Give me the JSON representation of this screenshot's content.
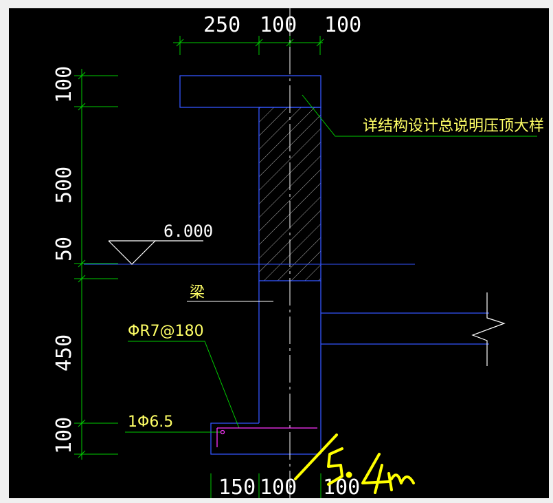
{
  "drawing": {
    "dimensions_top": [
      "250",
      "100",
      "100"
    ],
    "dimensions_bottom": [
      "150",
      "100",
      "100"
    ],
    "dimensions_left": [
      "100",
      "500",
      "50",
      "450",
      "100"
    ],
    "elevation": "6.000",
    "beam_label": "梁",
    "note_parapet_cap": "详结构设计总说明压顶大样",
    "rebar_stirrup": "ΦR7@180",
    "rebar_longitudinal": "1Φ6.5",
    "handwritten_note": "/5.4m"
  },
  "colors": {
    "background": "#000000",
    "outline": "#3355ff",
    "dimension_line": "#00ff00",
    "leader_line": "#00ff00",
    "text_dimension": "#ffffff",
    "text_label": "#ffff66",
    "rebar": "#ff33ff",
    "handwriting": "#ffff00"
  }
}
